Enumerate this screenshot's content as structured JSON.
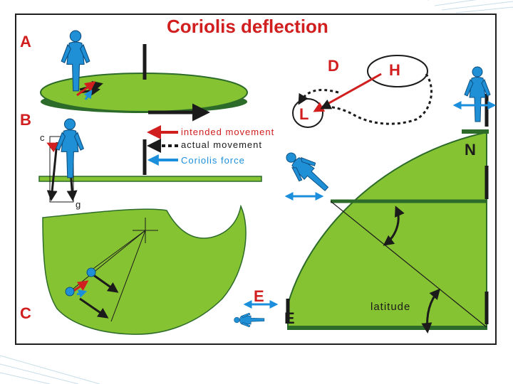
{
  "title": "Coriolis deflection",
  "panels": {
    "a": "A",
    "b": "B",
    "c": "C"
  },
  "points": {
    "d": "D",
    "h": "H",
    "l": "L"
  },
  "directions": {
    "n": "N",
    "e_upper": "E",
    "e_lower": "E"
  },
  "vector_labels": {
    "c": "c",
    "g": "g"
  },
  "legend": {
    "intended": "intended movement",
    "actual": "actual movement",
    "coriolis": "Coriolis force"
  },
  "latitude_label": "latitude",
  "colors": {
    "green": "#86c332",
    "green_dark": "#2d6b2a",
    "red": "#d11e1e",
    "blue": "#1c8fdc",
    "person": "#1f8fd6"
  }
}
